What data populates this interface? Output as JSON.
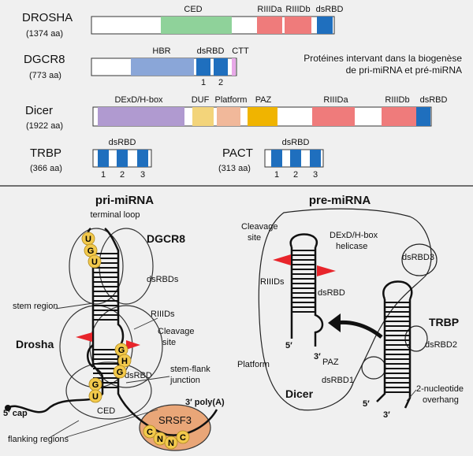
{
  "top_panel": {
    "caption_line1": "Protéines intervant dans la biogenèse",
    "caption_line2": "de pri-miRNA et pré-miRNA",
    "proteins": [
      {
        "name": "DROSHA",
        "length": "(1374 aa)",
        "domains": {
          "ced": "CED",
          "riiida": "RIIIDa",
          "riiidb": "RIIIDb",
          "dsrbd": "dsRBD"
        }
      },
      {
        "name": "DGCR8",
        "length": "(773 aa)",
        "domains": {
          "hbr": "HBR",
          "dsrbd": "dsRBD",
          "ctt": "CTT",
          "n1": "1",
          "n2": "2"
        }
      },
      {
        "name": "Dicer",
        "length": "(1922 aa)",
        "domains": {
          "dexd": "DExD/H-box",
          "duf": "DUF",
          "platform": "Platform",
          "paz": "PAZ",
          "riiida": "RIIIDa",
          "riiidb": "RIIIDb",
          "dsrbd": "dsRBD"
        }
      },
      {
        "name": "TRBP",
        "length": "(366 aa)",
        "domains": {
          "dsrbd": "dsRBD",
          "n1": "1",
          "n2": "2",
          "n3": "3"
        }
      },
      {
        "name": "PACT",
        "length": "(313 aa)",
        "domains": {
          "dsrbd": "dsRBD",
          "n1": "1",
          "n2": "2",
          "n3": "3"
        }
      }
    ],
    "colors": {
      "ced": "#8fd29a",
      "riiid": "#ef7b7b",
      "dsrbd": "#1f6fbe",
      "hbr": "#8aa6d8",
      "ctt": "#e8a8e8",
      "dexd": "#b09ad0",
      "duf": "#f3d47a",
      "platform": "#f1b89a",
      "paz": "#f0b400",
      "bar": "#ffffff",
      "outline": "#333333"
    }
  },
  "pri": {
    "title": "pri-miRNA",
    "terminal_loop": "terminal loop",
    "dgcr8": "DGCR8",
    "dsrbds": "dsRBDs",
    "stem_region": "stem region",
    "riiids": "RIIIDs",
    "cleavage_site": "Cleavage\nsite",
    "drosha": "Drosha",
    "dsrbd": "dsRBD",
    "stem_flank": "stem-flank\njunction",
    "cap": "5′ cap",
    "polya": "3′ poly(A)",
    "ced": "CED",
    "flanking": "flanking regions",
    "srsf3": "SRSF3",
    "loop_nts": [
      "U",
      "G",
      "U"
    ],
    "cleave_nts": [
      "G",
      "H",
      "G"
    ],
    "flank_nts": [
      "G",
      "U"
    ],
    "cnnc": [
      "C",
      "N",
      "N",
      "C"
    ],
    "nt_color": "#f2c94c",
    "srsf3_color": "#e9a678"
  },
  "pre": {
    "title": "pre-miRNA",
    "cleavage_site": "Cleavage\nsite",
    "helicase": "DExD/H-box\nhelicase",
    "dsrbd3": "dsRBD3",
    "riiids": "RIIIDs",
    "dsrbd": "dsRBD",
    "trbp": "TRBP",
    "dsrbd2": "dsRBD2",
    "five": "5′",
    "three": "3′",
    "platform": "Platform",
    "paz": "PAZ",
    "dicer": "Dicer",
    "dsrbd1": "dsRBD1",
    "overhang": "2-nucleotide\noverhang",
    "arrow_color": "#e8252b"
  }
}
